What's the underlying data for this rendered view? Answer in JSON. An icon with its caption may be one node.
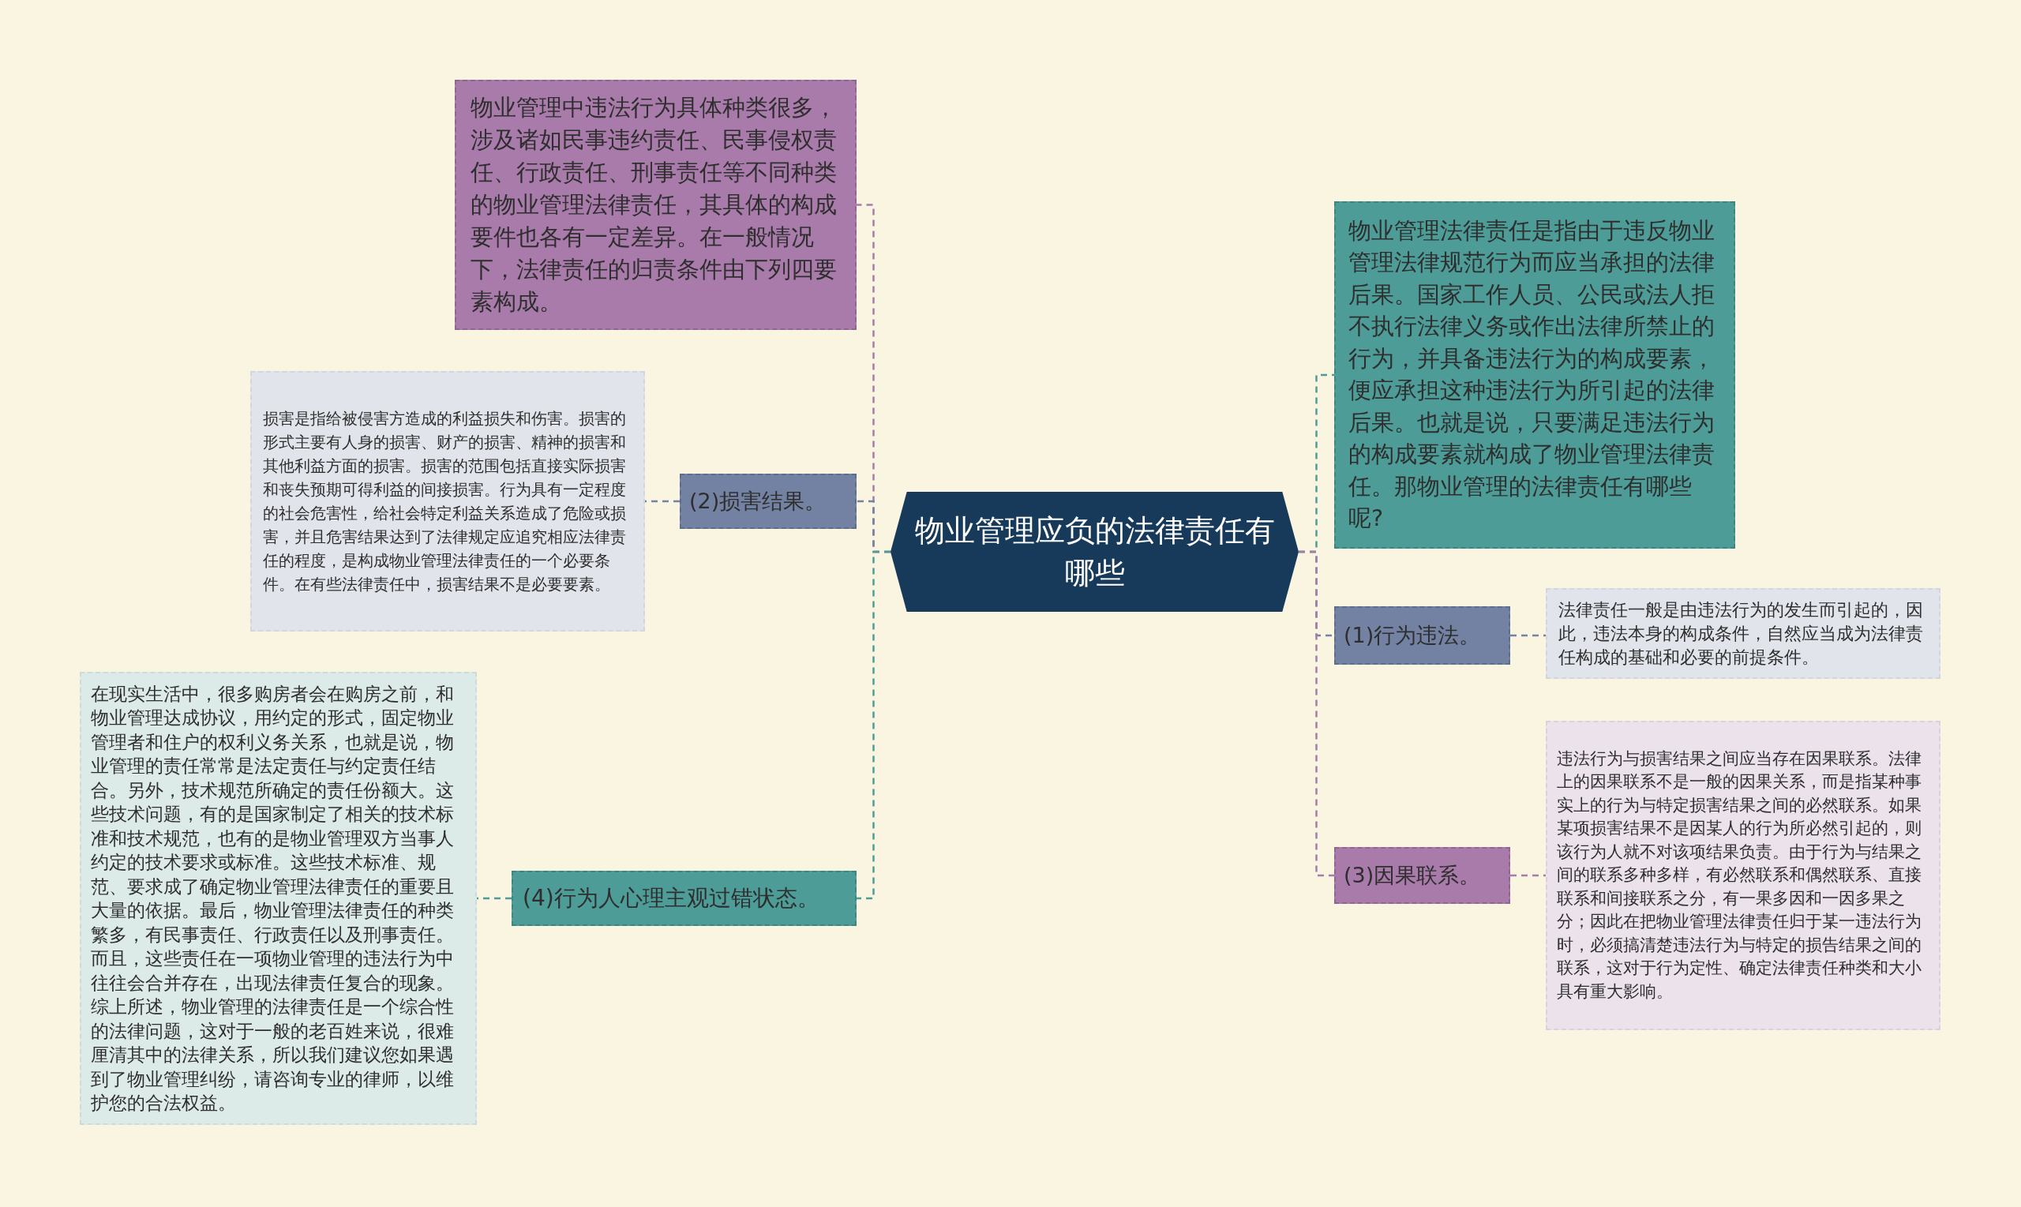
{
  "diagram": {
    "nodes": [
      {
        "text": [
          "物业管理应负的法律责任有哪些"
        ]
      },
      {
        "text": [
          "物业管理中违法行为具体种类很多，涉及诸如民事违约责任、民事侵权责任、行政责任、刑事责任等不同种类的物业管理法律责任，其具体的构成要件也各有一定差异。在一般情况下，法律责任的归责条件由下列四要素构成。"
        ]
      },
      {
        "text": [
          "(2)损害结果。"
        ]
      },
      {
        "text": [
          "损害是指给被侵害方造成的利益损失和伤害。损害的形式主要有人身的损害、财产的损害、精神的损害和其他利益方面的损害。损害的范围包括直接实际损害和丧失预期可得利益的间接损害。行为具有一定程度的社会危害性，给社会特定利益关系造成了危险或损害，并且危害结果达到了法律规定应追究相应法律责任的程度，是构成物业管理法律责任的一个必要条件。在有些法律责任中，损害结果不是必要要素。"
        ]
      },
      {
        "text": [
          "(4)行为人心理主观过错状态。"
        ]
      },
      {
        "text": [
          "在现实生活中，很多购房者会在购房之前，和物业管理达成协议，用约定的形式，固定物业管理者和住户的权利义务关系，也就是说，物业管理的责任常常是法定责任与约定责任结合。另外，技术规范所确定的责任份额大。这些技术问题，有的是国家制定了相关的技术标准和技术规范，也有的是物业管理双方当事人约定的技术要求或标准。这些技术标准、规范、要求成了确定物业管理法律责任的重要且大量的依据。最后，物业管理法律责任的种类繁多，有民事责任、行政责任以及刑事责任。而且，这些责任在一项物业管理的违法行为中往往会合并存在，出现法律责任复合的现象。综上所述，物业管理的法律责任是一个综合性的法律问题，这对于一般的老百姓来说，很难厘清其中的法律关系，所以我们建议您如果遇到了物业管理纠纷，请咨询专业的律师，以维护您的合法权益。"
        ]
      },
      {
        "text": [
          "物业管理法律责任是指由于违反物业管理法律规范行为而应当承担的法律后果。国家工作人员、公民或法人拒不执行法律义务或作出法律所禁止的行为，并具备违法行为的构成要素，便应承担这种违法行为所引起的法律后果。也就是说，只要满足违法行为的构成要素就构成了物业管理法律责任。那物业管理的法律责任有哪些呢?"
        ]
      },
      {
        "text": [
          "(1)行为违法。"
        ]
      },
      {
        "text": [
          "法律责任一般是由违法行为的发生而引起的，因此，违法本身的构成条件，自然应当成为法律责任构成的基础和必要的前提条件。"
        ]
      },
      {
        "text": [
          "(3)因果联系。"
        ]
      },
      {
        "text": [
          "违法行为与损害结果之间应当存在因果联系。法律上的因果联系不是一般的因果关系，而是指某种事实上的行为与特定损害结果之间的必然联系。如果某项损害结果不是因某人的行为所必然引起的，则该行为人就不对该项结果负责。由于行为与结果之间的联系多种多样，有必然联系和偶然联系、直接联系和间接联系之分，有一果多因和一因多果之分；因此在把物业管理法律责任归于某一违法行为时，必须搞清楚违法行为与特定的损告结果之间的联系，这对于行为定性、确定法律责任种类和大小具有重大影响。"
        ]
      }
    ],
    "edges": [
      {
        "from": 0,
        "to": 1,
        "arrow": "none",
        "style": "dashed",
        "color": "#a97bab"
      },
      {
        "from": 0,
        "to": 2,
        "arrow": "none",
        "style": "dashed"
      },
      {
        "from": 2,
        "to": 3,
        "arrow": "none",
        "style": "dashed"
      },
      {
        "from": 0,
        "to": 4,
        "arrow": "none",
        "style": "dashed",
        "color": "#4d9c97"
      },
      {
        "from": 4,
        "to": 5,
        "arrow": "none",
        "style": "dashed",
        "color": "#4d9c97"
      },
      {
        "from": 0,
        "to": 6,
        "arrow": "none",
        "style": "dashed",
        "color": "#4d9c97"
      },
      {
        "from": 0,
        "to": 7,
        "arrow": "none",
        "style": "dashed"
      },
      {
        "from": 7,
        "to": 8,
        "arrow": "none",
        "style": "dashed"
      },
      {
        "from": 0,
        "to": 9,
        "arrow": "none",
        "style": "dashed",
        "color": "#a97bab"
      },
      {
        "from": 9,
        "to": 10,
        "arrow": "none",
        "style": "dashed",
        "color": "#a97bab"
      }
    ]
  }
}
